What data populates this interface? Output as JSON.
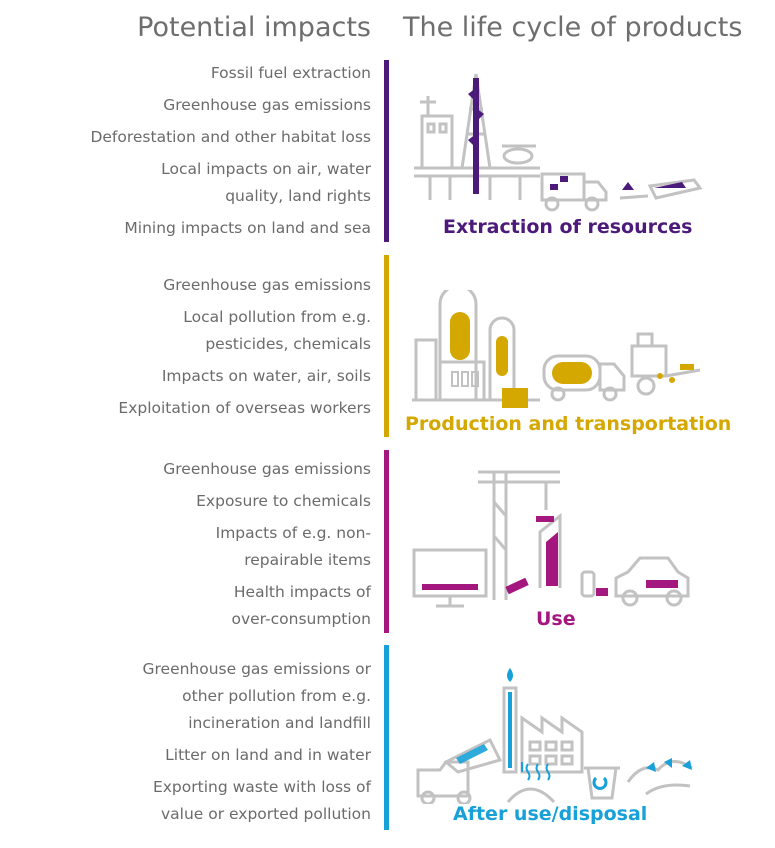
{
  "headers": {
    "left": "Potential impacts",
    "right": "The life cycle of products"
  },
  "colors": {
    "extraction": "#4b1a7a",
    "production": "#d4a800",
    "use": "#a3177f",
    "disposal": "#17a1d8",
    "gray": "#c2c2c2",
    "text": "#6b6b6b"
  },
  "stages": [
    {
      "key": "extraction",
      "label": "Extraction of resources",
      "impacts": [
        "Fossil fuel extraction",
        "Greenhouse gas emissions",
        "Deforestation and other habitat loss",
        "Local impacts on air, water quality, land rights",
        "Mining impacts on land and sea"
      ]
    },
    {
      "key": "production",
      "label": "Production and transportation",
      "impacts": [
        "Greenhouse gas emissions",
        "Local pollution from e.g. pesticides, chemicals",
        "Impacts on water, air, soils",
        "Exploitation of overseas workers"
      ]
    },
    {
      "key": "use",
      "label": "Use",
      "impacts": [
        "Greenhouse gas emissions",
        "Exposure to chemicals",
        "Impacts of e.g. non-repairable items",
        "Health impacts of over-consumption"
      ]
    },
    {
      "key": "disposal",
      "label": "After use/disposal",
      "impacts": [
        "Greenhouse gas emissions or other pollution from e.g. incineration and landfill",
        "Litter on land and in water",
        "Exporting waste with loss of value or exported pollution"
      ]
    }
  ]
}
